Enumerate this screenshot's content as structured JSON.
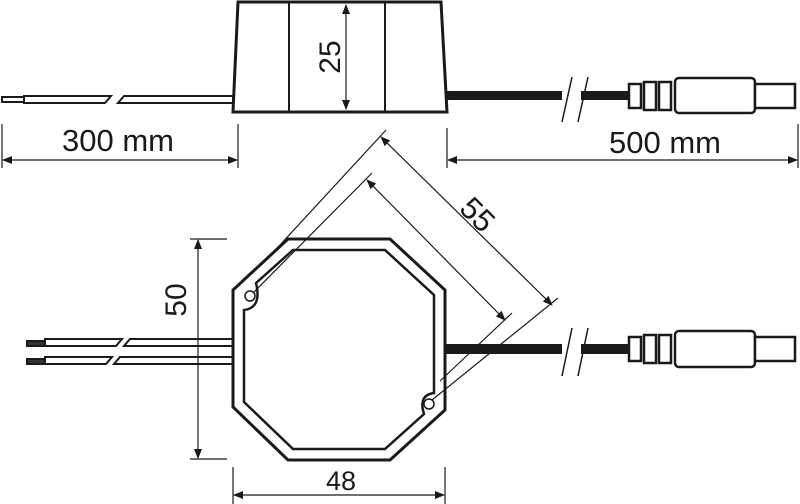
{
  "drawing": {
    "top_view": {
      "height_label": "25",
      "input_cable_length_label": "300 mm",
      "output_cable_length_label": "500 mm"
    },
    "bottom_view": {
      "height_label": "50",
      "width_label": "48",
      "diagonal_label": "55"
    }
  },
  "colors": {
    "line": "#1a1a1a",
    "background": "#ffffff"
  }
}
